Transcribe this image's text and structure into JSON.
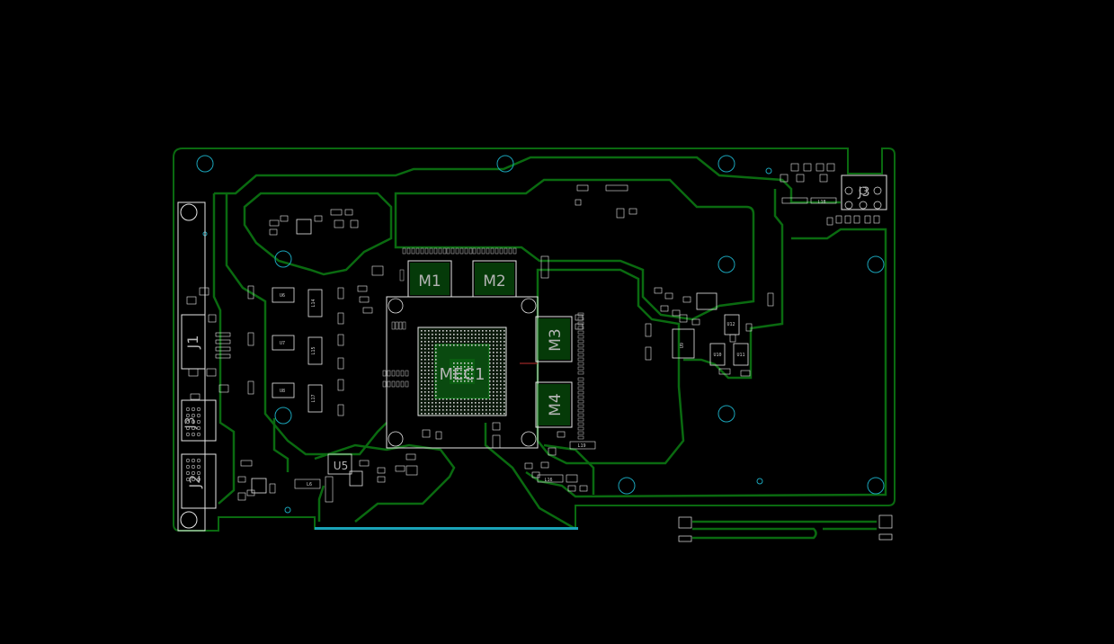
{
  "colors": {
    "background": "#000000",
    "copper": "#0a6a10",
    "copper_bright": "#118a1c",
    "silkscreen": "#e6e6e6",
    "hole": "#1aa3b8",
    "label": "#b4b4b4",
    "via_red": "#c03030"
  },
  "labels": {
    "mec1": "MEC1",
    "m1": "M1",
    "m2": "M2",
    "m3": "M3",
    "m4": "M4",
    "u5": "U5",
    "j1": "J1",
    "j2": "J2",
    "j3": "J3",
    "j3b": "J3"
  },
  "small_labels": {
    "l6": "L6",
    "l14": "L14",
    "l15": "L15",
    "l16": "L16",
    "l17": "L17",
    "l18": "L18",
    "l19": "L19",
    "u6": "U6",
    "u7": "U7",
    "u8": "U8",
    "u9": "U9",
    "u10": "U10",
    "u11": "U11",
    "u12": "U12"
  }
}
